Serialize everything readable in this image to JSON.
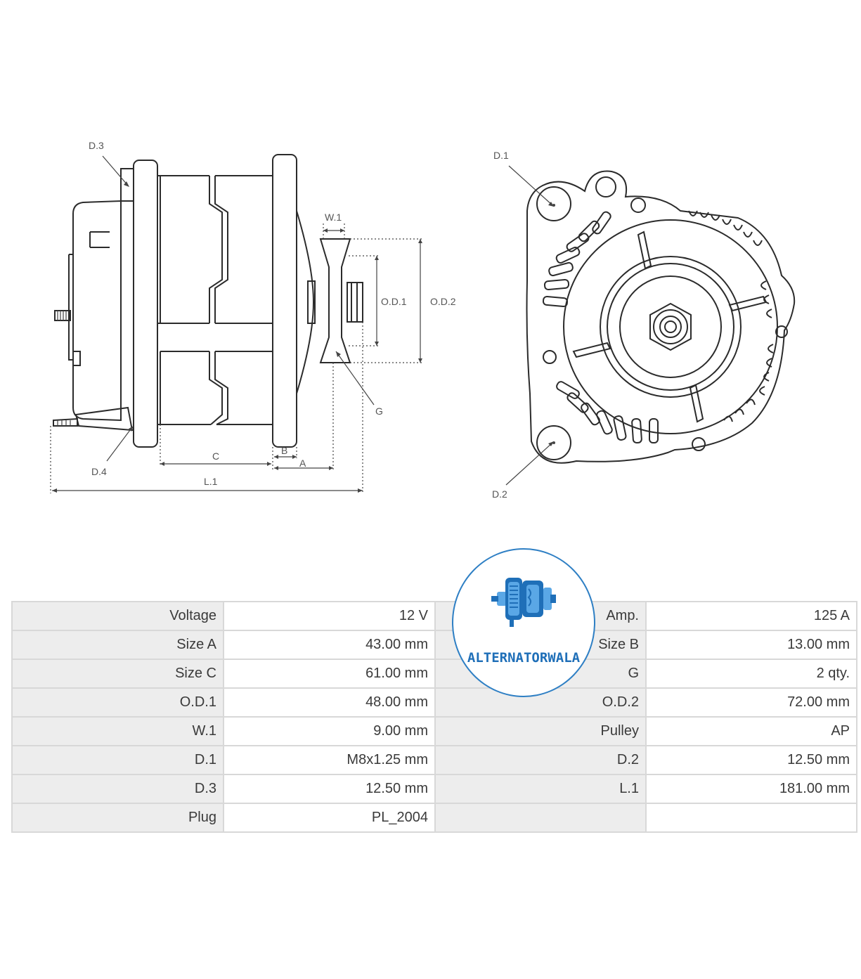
{
  "drawing": {
    "side_view_labels": {
      "d3": "D.3",
      "d4": "D.4",
      "w1": "W.1",
      "od1": "O.D.1",
      "od2": "O.D.2",
      "g": "G",
      "c": "C",
      "b": "B",
      "a": "A",
      "l1": "L.1"
    },
    "front_view_labels": {
      "d1": "D.1",
      "d2": "D.2"
    }
  },
  "logo": {
    "text": "ALTERNATORWALA",
    "colors": {
      "primary": "#1f6fb8",
      "light": "#5aa7e6",
      "ring": "#2e7fc4"
    }
  },
  "specs": {
    "rows": [
      {
        "l1": "Voltage",
        "v1": "12 V",
        "l2": "Amp.",
        "v2": "125 A"
      },
      {
        "l1": "Size A",
        "v1": "43.00 mm",
        "l2": "Size B",
        "v2": "13.00 mm"
      },
      {
        "l1": "Size C",
        "v1": "61.00 mm",
        "l2": "G",
        "v2": "2 qty."
      },
      {
        "l1": "O.D.1",
        "v1": "48.00 mm",
        "l2": "O.D.2",
        "v2": "72.00 mm"
      },
      {
        "l1": "W.1",
        "v1": "9.00 mm",
        "l2": "Pulley",
        "v2": "AP"
      },
      {
        "l1": "D.1",
        "v1": "M8x1.25 mm",
        "l2": "D.2",
        "v2": "12.50 mm"
      },
      {
        "l1": "D.3",
        "v1": "12.50 mm",
        "l2": "L.1",
        "v2": "181.00 mm"
      },
      {
        "l1": "Plug",
        "v1": "PL_2004",
        "l2": "",
        "v2": ""
      }
    ]
  }
}
